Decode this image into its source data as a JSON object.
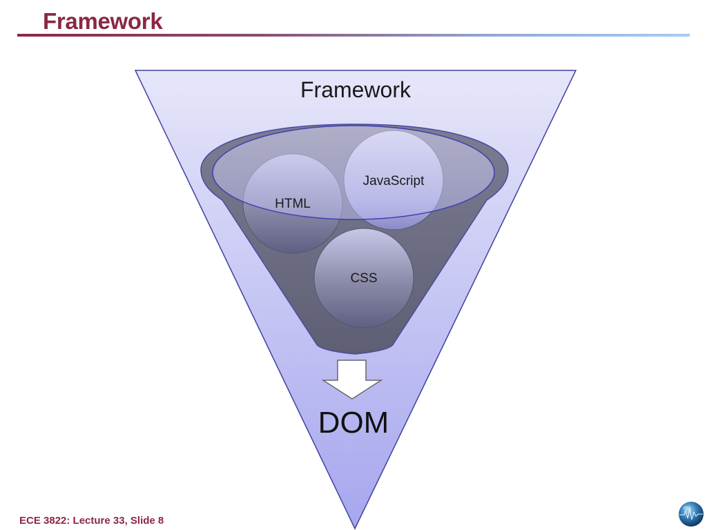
{
  "slide": {
    "title": "Framework"
  },
  "diagram": {
    "funnel_label": "Framework",
    "circles": {
      "html": "HTML",
      "javascript": "JavaScript",
      "css": "CSS"
    },
    "output_label": "DOM"
  },
  "footer": {
    "text": "ECE 3822: Lecture 33, Slide 8"
  },
  "colors": {
    "title": "#8a2842",
    "triangle_fill": "#c9c9f4",
    "funnel_fill": "#6b6b82",
    "circle_fill": "#8585a3",
    "outline": "#3f3f9f"
  },
  "icons": {
    "down_arrow": "down-arrow-icon",
    "logo": "globe-logo-icon"
  }
}
